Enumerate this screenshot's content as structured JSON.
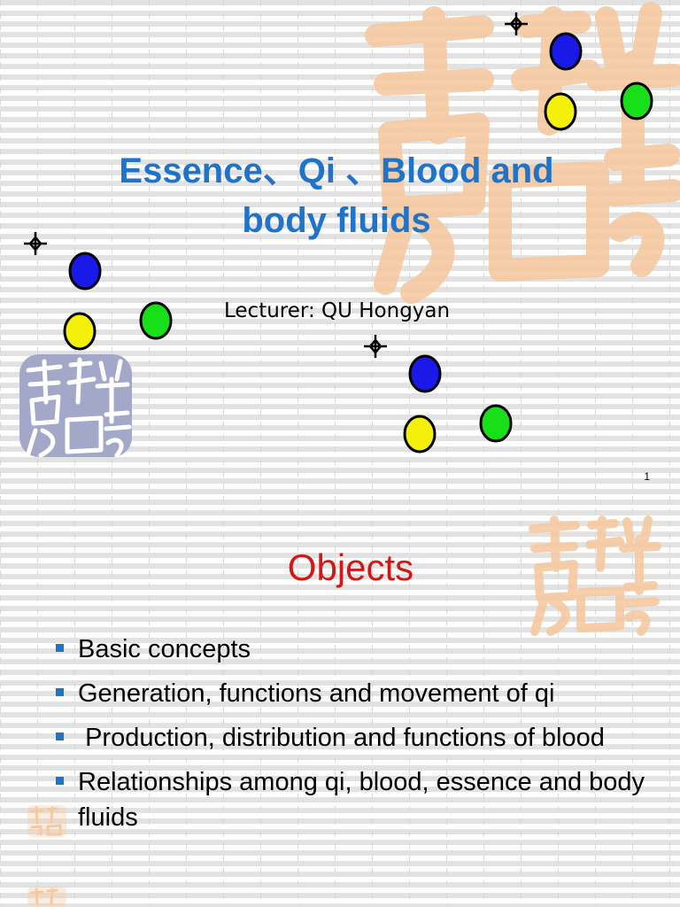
{
  "slide1": {
    "title_line1": "Essence、Qi 、Blood and",
    "title_line2": "body fluids",
    "lecturer": "Lecturer: QU Hongyan",
    "slide_number": "1"
  },
  "slide2": {
    "title": "Objects",
    "bullets": [
      "Basic concepts",
      "Generation, functions and movement of qi",
      " Production, distribution and functions of blood",
      "Relationships among qi, blood, essence and body fluids"
    ]
  },
  "colors": {
    "title_blue": "#1f73c8",
    "objects_red": "#d01818",
    "seal_orange": "#f6c9a1",
    "seal_gray": "#a4a8c8",
    "dot_blue": "#1a1ae8",
    "dot_yellow": "#f4f00a",
    "dot_green": "#18e018"
  },
  "icons": [
    "seal-stamp-icon",
    "sparkle-icon",
    "colored-dots-cluster-icon",
    "square-bullet-icon"
  ]
}
